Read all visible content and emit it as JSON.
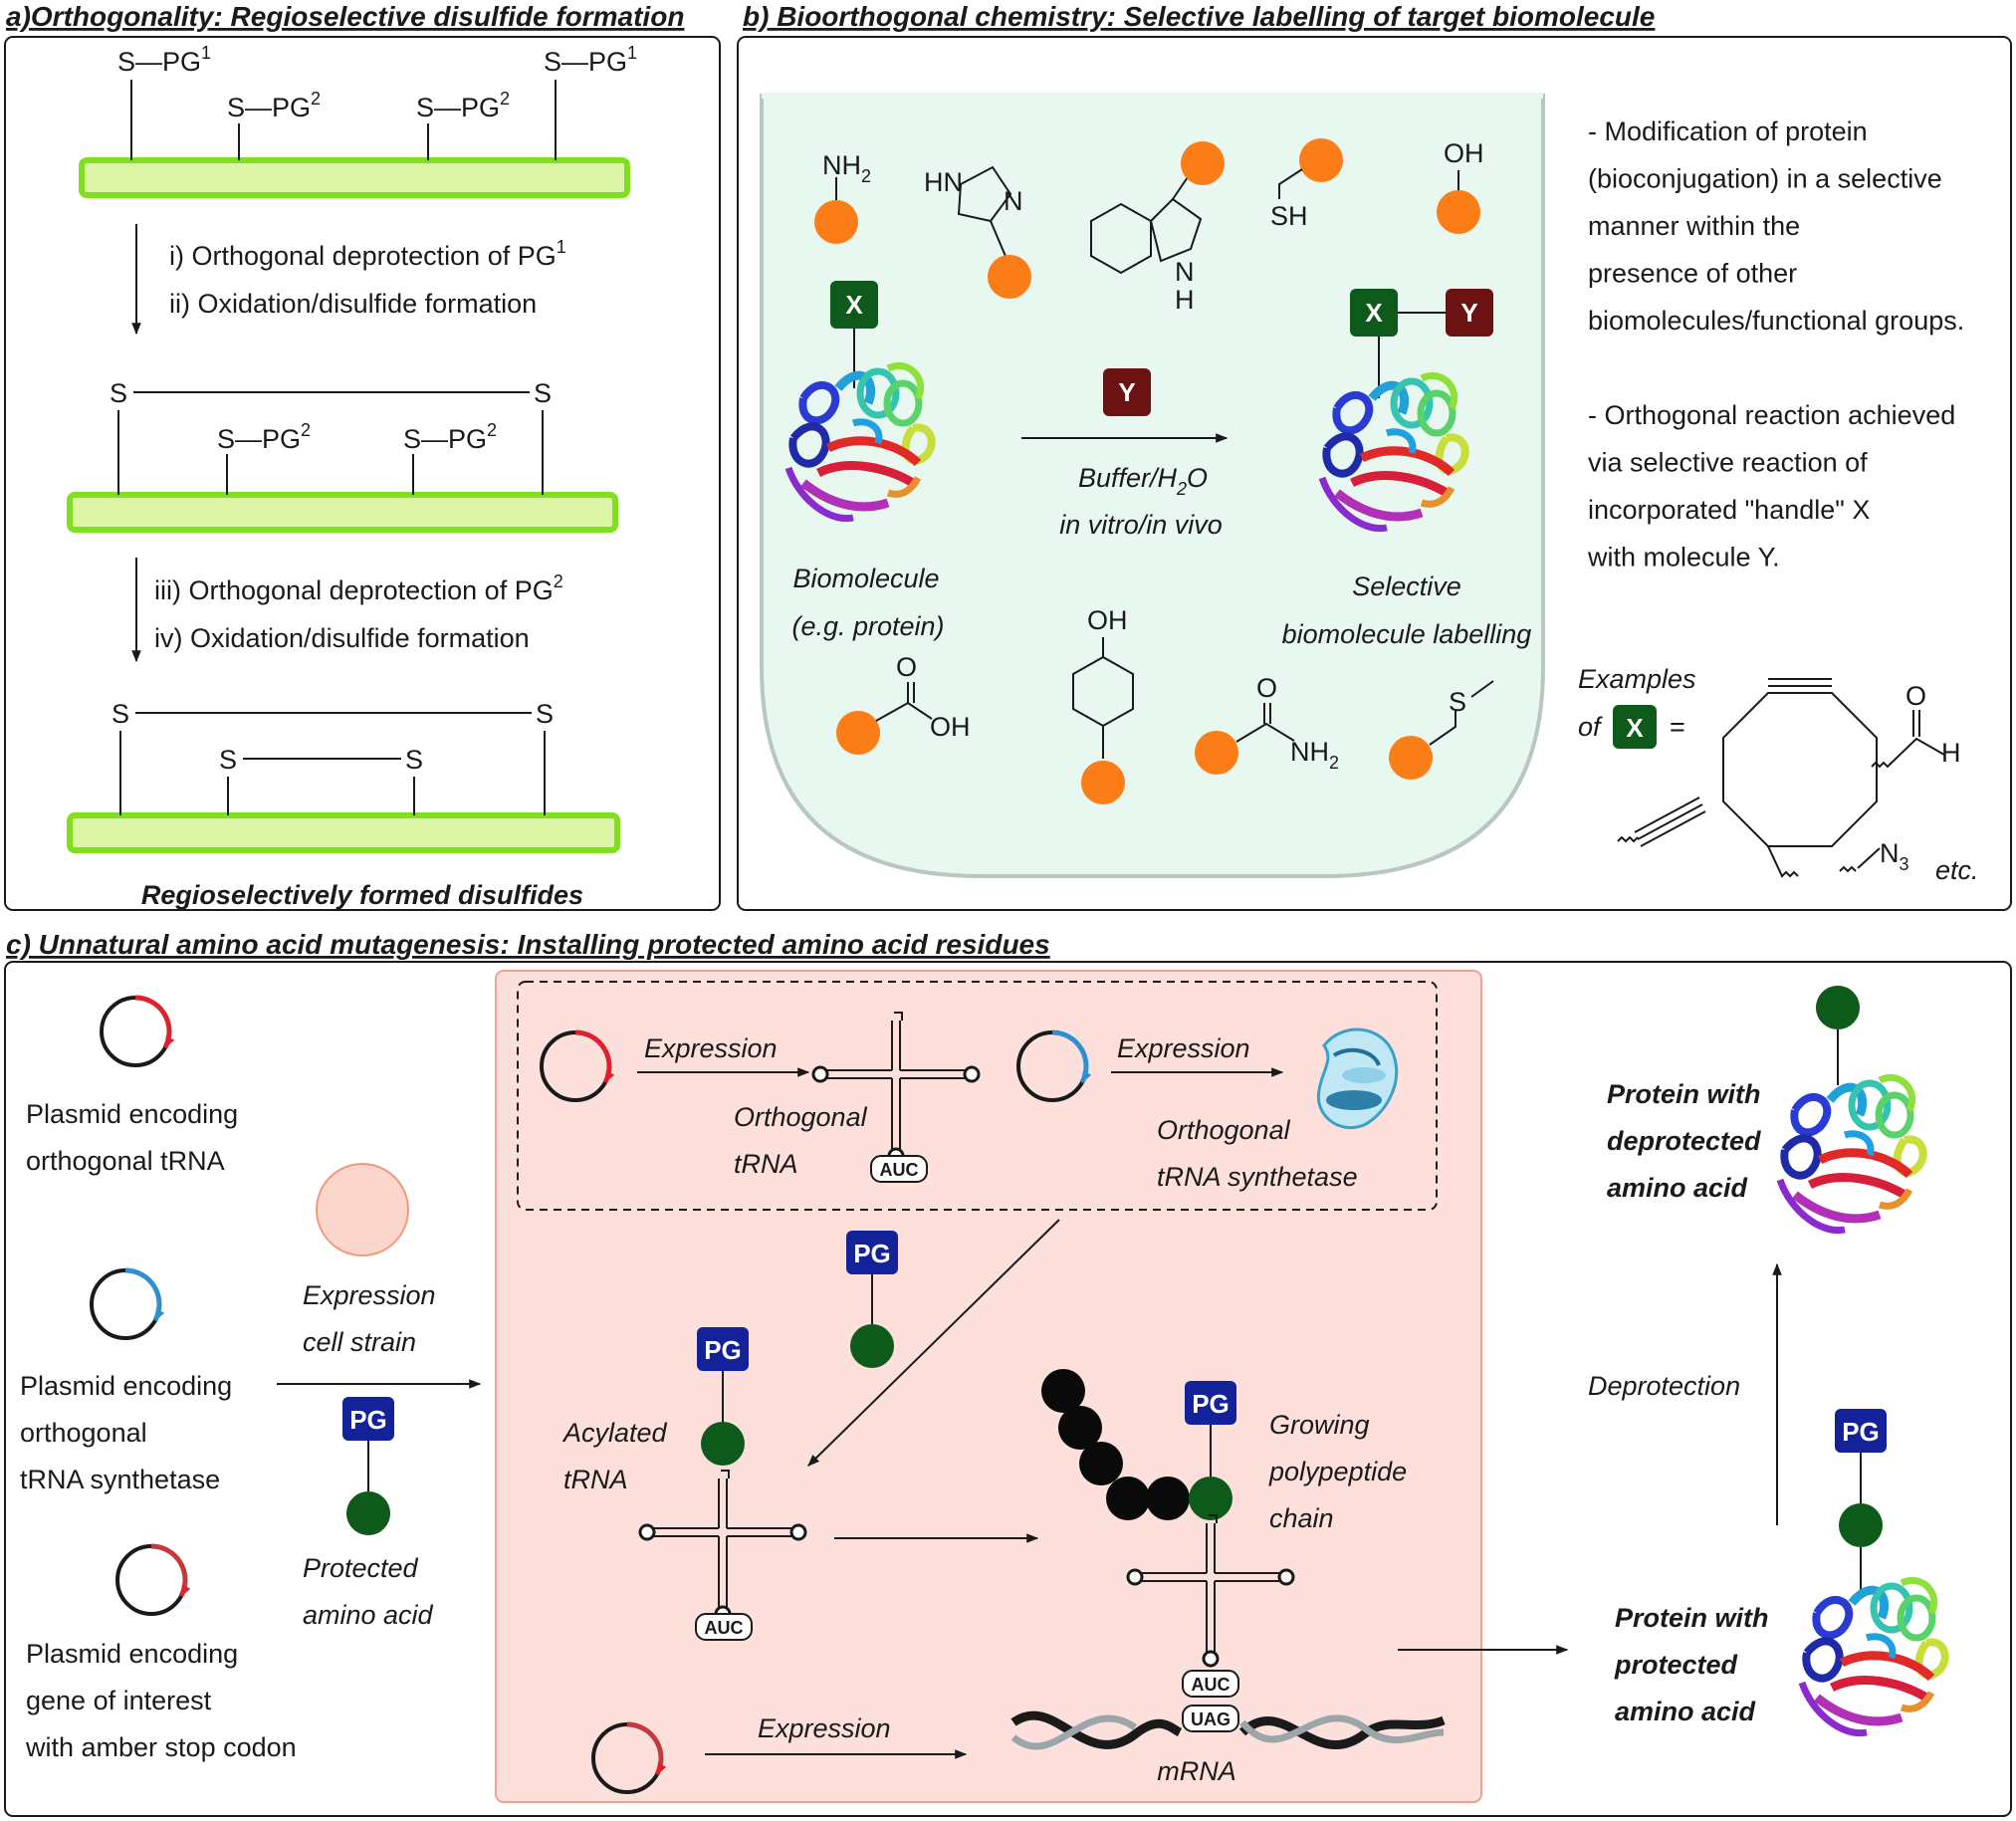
{
  "panel_a": {
    "title": "a)Orthogonality: Regioselective disulfide formation",
    "sg_pg1": "S—PG",
    "sg_pg2": "S—PG",
    "sup1": "1",
    "sup2": "2",
    "s": "S",
    "step1": "i) Orthogonal deprotection of PG",
    "step2": "ii) Oxidation/disulfide formation",
    "step3": "iii) Orthogonal deprotection of PG",
    "step4": "iv) Oxidation/disulfide formation",
    "caption": "Regioselectively formed disulfides"
  },
  "panel_b": {
    "title": "b) Bioorthogonal chemistry: Selective labelling of target biomolecule",
    "nh2": "NH",
    "sub2": "2",
    "hn": "HN",
    "n": "N",
    "h": "H",
    "sh": "SH",
    "oh": "OH",
    "o": "O",
    "s": "S",
    "x": "X",
    "y": "Y",
    "cond1": "Buffer/H",
    "cond1_sub": "2",
    "cond1_end": "O",
    "cond2": "in vitro/in vivo",
    "biomol1": "Biomolecule",
    "biomol2": "(e.g. protein)",
    "sel1": "Selective",
    "sel2": "biomolecule labelling",
    "desc": [
      "- Modification of protein",
      "(bioconjugation) in a selective",
      "manner within the",
      "presence of other",
      "biomolecules/functional groups.",
      "",
      "- Orthogonal reaction achieved",
      "via selective reaction of",
      "incorporated \"handle\" X",
      "with molecule Y."
    ],
    "examples1": "Examples",
    "examples2": "of",
    "equals": "=",
    "n3": "N",
    "n3_sub": "3",
    "etc": "etc."
  },
  "panel_c": {
    "title": "c) Unnatural amino acid mutagenesis: Installing protected amino acid residues",
    "plasmid1": [
      "Plasmid encoding",
      "orthogonal tRNA"
    ],
    "plasmid2": [
      "Plasmid encoding",
      "orthogonal",
      "tRNA synthetase"
    ],
    "plasmid3": [
      "Plasmid encoding",
      "gene of interest",
      "with amber stop codon"
    ],
    "cell": [
      "Expression",
      "cell strain"
    ],
    "protected_aa": [
      "Protected",
      "amino acid"
    ],
    "pg": "PG",
    "expression": "Expression",
    "orth_trna": [
      "Orthogonal",
      "tRNA"
    ],
    "orth_synth": [
      "Orthogonal",
      "tRNA synthetase"
    ],
    "acylated": [
      "Acylated",
      "tRNA"
    ],
    "growing": [
      "Growing",
      "polypeptide",
      "chain"
    ],
    "auc": "AUC",
    "uag": "UAG",
    "mrna": "mRNA",
    "deprotection": "Deprotection",
    "prot_deprot": [
      "Protein with",
      "deprotected",
      "amino acid"
    ],
    "prot_prot": [
      "Protein with",
      "protected",
      "amino acid"
    ]
  },
  "colors": {
    "bar_fill": "#dcf5a6",
    "bar_stroke": "#7fe020",
    "flask": "#e8f7ef",
    "residue_orange": "#fb7d17",
    "handle_x": "#0d5a1a",
    "molecule_y": "#6b1212",
    "pg_blue": "#14229a",
    "aa_green": "#0d5a1a",
    "cell_panel": "#fde0dc"
  }
}
